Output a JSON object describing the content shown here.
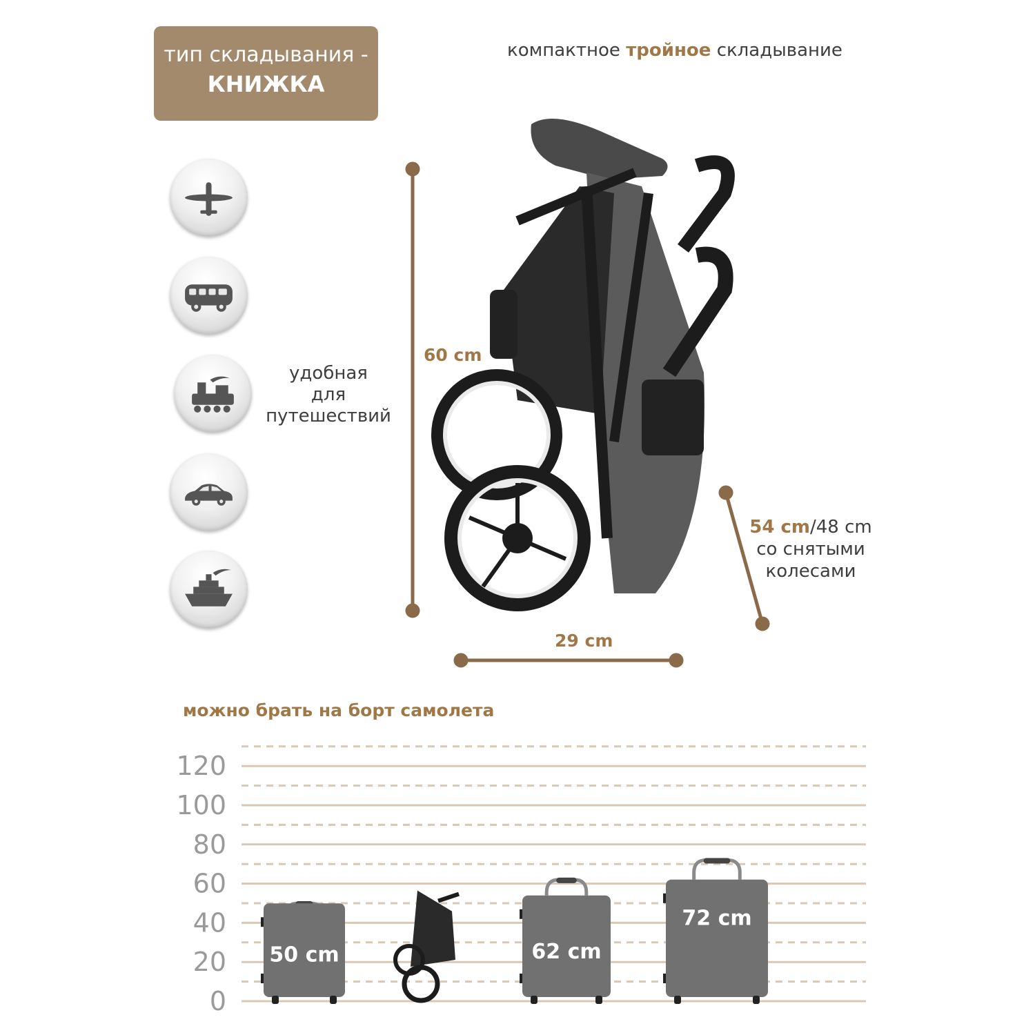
{
  "fold": {
    "line1": "тип складывания -",
    "line2": "КНИЖКА"
  },
  "heading": {
    "pre": "компактное",
    "accent": "тройное",
    "post": "складывание"
  },
  "travel": {
    "lines": [
      "удобная",
      "для",
      "путешествий"
    ],
    "icons": [
      "airplane-icon",
      "bus-icon",
      "train-icon",
      "car-icon",
      "ship-icon"
    ]
  },
  "dimensions": {
    "height": "60 cm",
    "width": "29 cm",
    "length_main": "54 cm",
    "length_alt": "/48 cm",
    "length_note1": "со снятыми",
    "length_note2": "колесами"
  },
  "board": {
    "title": "можно брать на борт самолета"
  },
  "chart_data": {
    "type": "bar",
    "ylim": [
      0,
      130
    ],
    "ticks": [
      0,
      20,
      40,
      60,
      80,
      100,
      120
    ],
    "tick_labels": [
      "0",
      "20",
      "40",
      "60",
      "80",
      "100",
      "120"
    ],
    "categories": [
      "",
      "",
      "",
      ""
    ],
    "values": [
      50,
      60,
      62,
      72
    ],
    "labels": [
      "50 cm",
      "",
      "62 cm",
      "72 cm"
    ],
    "grid": true
  },
  "colors": {
    "accent": "#a07848",
    "badge": "#a48a6c",
    "suitcase": "#717171",
    "grid": "#d8c8b5"
  }
}
